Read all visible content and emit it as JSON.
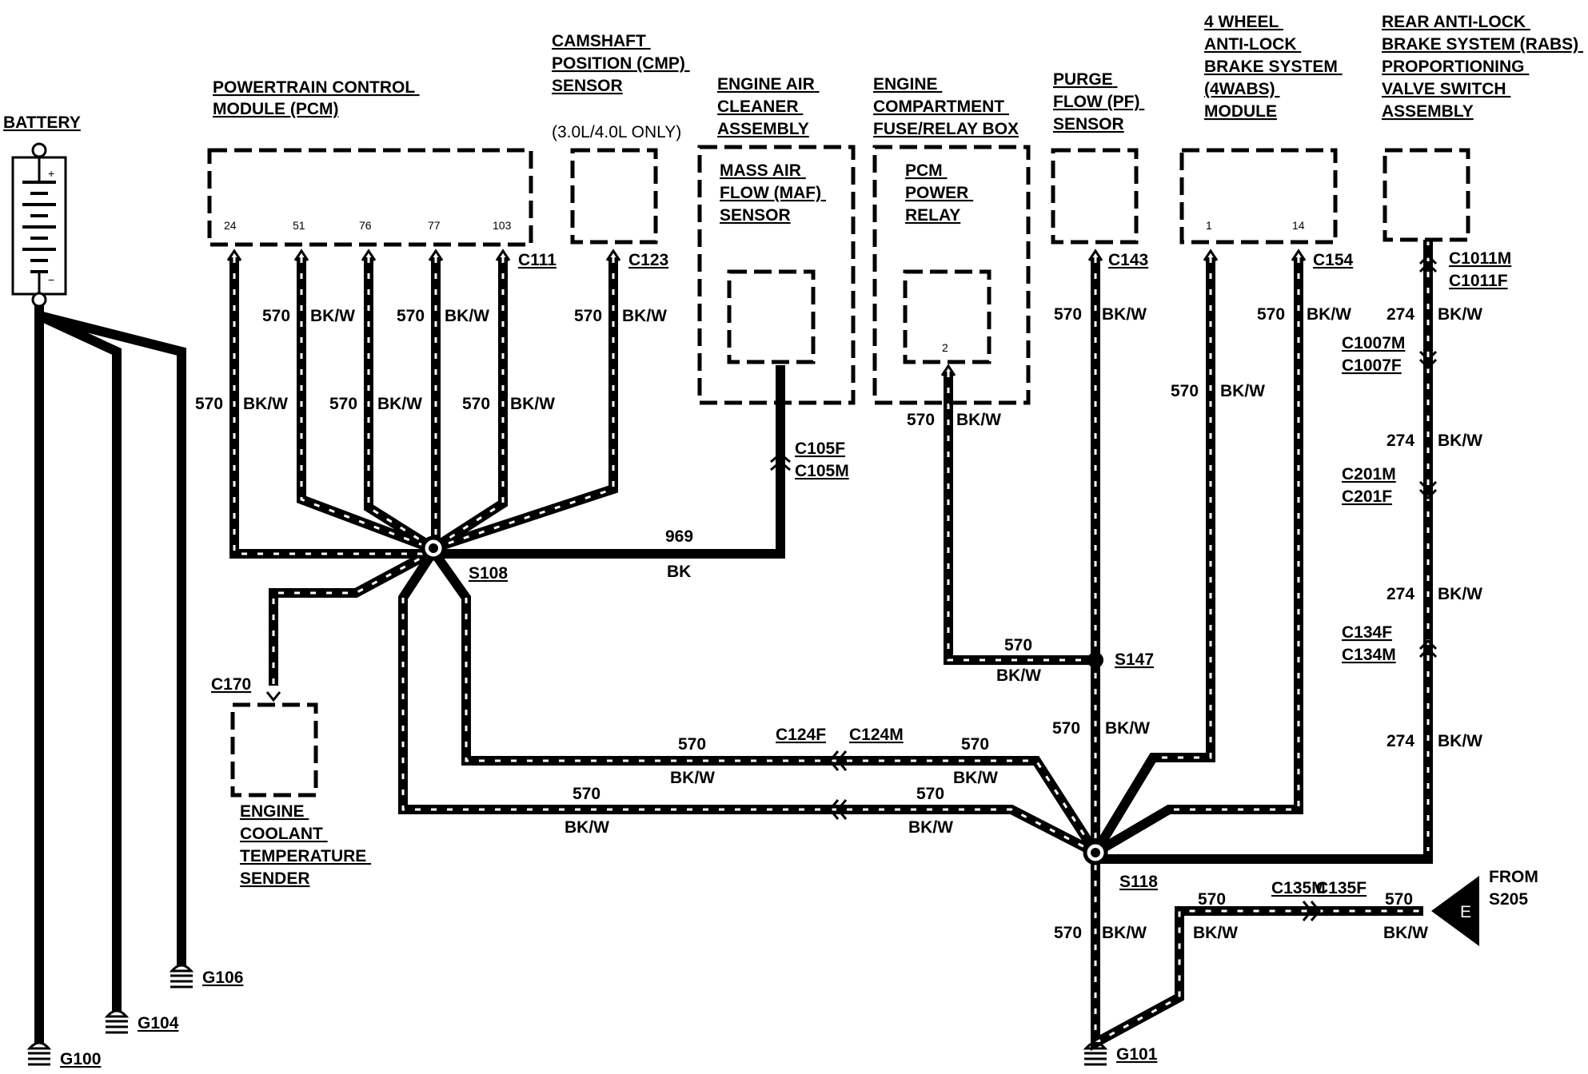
{
  "components": {
    "battery": "BATTERY",
    "pcm": [
      "POWERTRAIN CONTROL",
      "MODULE (PCM)"
    ],
    "pcm_pins": [
      "24",
      "51",
      "76",
      "77",
      "103"
    ],
    "cmp": [
      "CAMSHAFT",
      "POSITION (CMP)",
      "SENSOR"
    ],
    "cmp_note": "(3.0L/4.0L ONLY)",
    "air_cleaner": [
      "ENGINE AIR",
      "CLEANER",
      "ASSEMBLY"
    ],
    "maf": [
      "MASS AIR",
      "FLOW (MAF)",
      "SENSOR"
    ],
    "fuse_box": [
      "ENGINE",
      "COMPARTMENT",
      "FUSE/RELAY BOX"
    ],
    "pcm_relay": [
      "PCM",
      "POWER",
      "RELAY"
    ],
    "pcm_relay_pin": "2",
    "pf_sensor": [
      "PURGE",
      "FLOW (PF)",
      "SENSOR"
    ],
    "wabs": [
      "4 WHEEL",
      "ANTI-LOCK",
      "BRAKE SYSTEM",
      "(4WABS)",
      "MODULE"
    ],
    "wabs_pins": [
      "1",
      "14"
    ],
    "rabs": [
      "REAR ANTI-LOCK",
      "BRAKE SYSTEM (RABS)",
      "PROPORTIONING",
      "VALVE SWITCH",
      "ASSEMBLY"
    ],
    "ect": [
      "ENGINE",
      "COOLANT",
      "TEMPERATURE",
      "SENDER"
    ],
    "from": [
      "FROM",
      "S205"
    ],
    "from_letter": "E"
  },
  "connectors": {
    "c111": "C111",
    "c123": "C123",
    "c143": "C143",
    "c154": "C154",
    "c1011m": "C1011M",
    "c1011f": "C1011F",
    "c1007m": "C1007M",
    "c1007f": "C1007F",
    "c201m": "C201M",
    "c201f": "C201F",
    "c134f": "C134F",
    "c134m": "C134M",
    "c105f": "C105F",
    "c105m": "C105M",
    "c170": "C170",
    "c124f": "C124F",
    "c124m": "C124M",
    "c135m": "C135M",
    "c135f": "C135F"
  },
  "splices": {
    "s108": "S108",
    "s147": "S147",
    "s118": "S118"
  },
  "grounds": {
    "g100": "G100",
    "g104": "G104",
    "g106": "G106",
    "g101": "G101"
  },
  "wires": {
    "n570": "570",
    "n969": "969",
    "n274": "274",
    "bkw": "BK/W",
    "bk": "BK"
  }
}
